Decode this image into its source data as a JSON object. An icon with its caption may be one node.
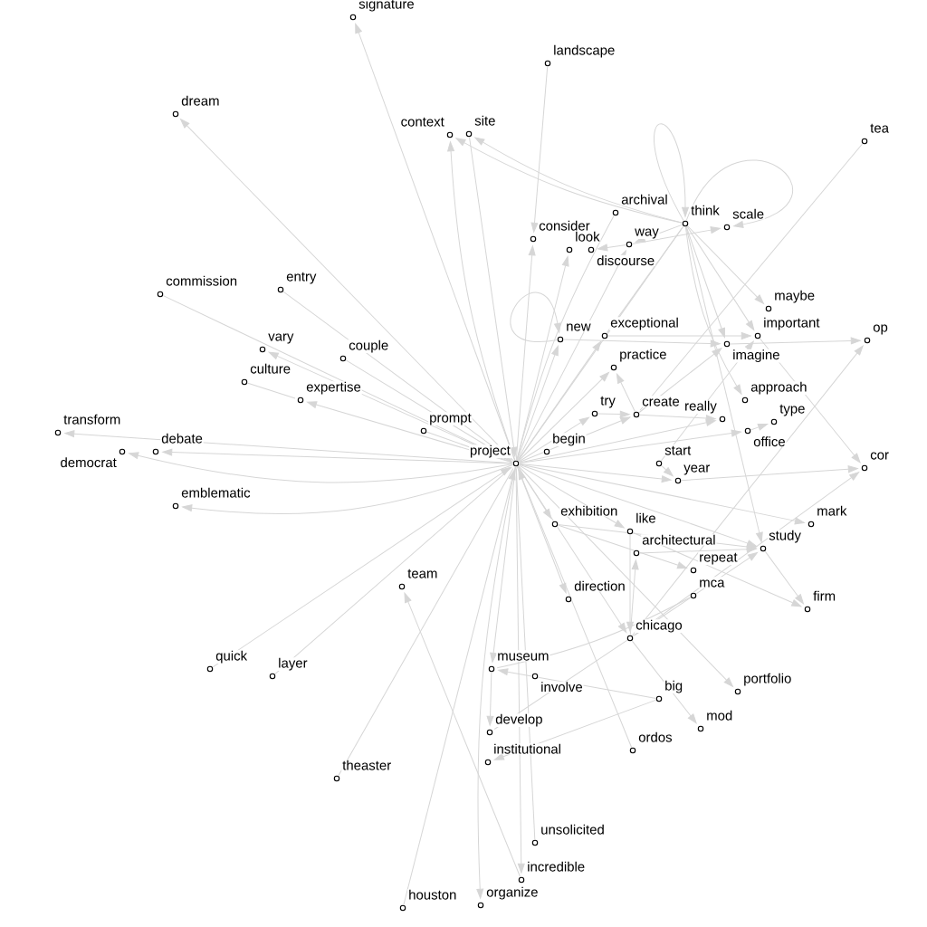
{
  "diagram": {
    "nodes": [
      {
        "text": [
          "signature"
        ]
      },
      {
        "text": [
          "landscape"
        ]
      },
      {
        "text": [
          "dream"
        ]
      },
      {
        "text": [
          "context"
        ]
      },
      {
        "text": [
          "site"
        ]
      },
      {
        "text": [
          "tea"
        ]
      },
      {
        "text": [
          "archival"
        ]
      },
      {
        "text": [
          "think"
        ]
      },
      {
        "text": [
          "scale"
        ]
      },
      {
        "text": [
          "consider"
        ]
      },
      {
        "text": [
          "way"
        ]
      },
      {
        "text": [
          "look"
        ]
      },
      {
        "text": [
          "discourse"
        ]
      },
      {
        "text": [
          "entry"
        ]
      },
      {
        "text": [
          "commission"
        ]
      },
      {
        "text": [
          "maybe"
        ]
      },
      {
        "text": [
          "important"
        ]
      },
      {
        "text": [
          "new"
        ]
      },
      {
        "text": [
          "exceptional"
        ]
      },
      {
        "text": [
          "op"
        ]
      },
      {
        "text": [
          "imagine"
        ]
      },
      {
        "text": [
          "vary"
        ]
      },
      {
        "text": [
          "couple"
        ]
      },
      {
        "text": [
          "practice"
        ]
      },
      {
        "text": [
          "culture"
        ]
      },
      {
        "text": [
          "expertise"
        ]
      },
      {
        "text": [
          "approach"
        ]
      },
      {
        "text": [
          "try"
        ]
      },
      {
        "text": [
          "create"
        ]
      },
      {
        "text": [
          "really"
        ]
      },
      {
        "text": [
          "type"
        ]
      },
      {
        "text": [
          "office"
        ]
      },
      {
        "text": [
          "transform"
        ]
      },
      {
        "text": [
          "prompt"
        ]
      },
      {
        "text": [
          "democrat"
        ]
      },
      {
        "text": [
          "debate"
        ]
      },
      {
        "text": [
          "begin"
        ]
      },
      {
        "text": [
          "project"
        ]
      },
      {
        "text": [
          "start"
        ]
      },
      {
        "text": [
          "cor"
        ]
      },
      {
        "text": [
          "year"
        ]
      },
      {
        "text": [
          "emblematic"
        ]
      },
      {
        "text": [
          "exhibition"
        ]
      },
      {
        "text": [
          "mark"
        ]
      },
      {
        "text": [
          "like"
        ]
      },
      {
        "text": [
          "study"
        ]
      },
      {
        "text": [
          "architectural"
        ]
      },
      {
        "text": [
          "repeat"
        ]
      },
      {
        "text": [
          "team"
        ]
      },
      {
        "text": [
          "mca"
        ]
      },
      {
        "text": [
          "direction"
        ]
      },
      {
        "text": [
          "firm"
        ]
      },
      {
        "text": [
          "chicago"
        ]
      },
      {
        "text": [
          "quick"
        ]
      },
      {
        "text": [
          "museum"
        ]
      },
      {
        "text": [
          "layer"
        ]
      },
      {
        "text": [
          "involve"
        ]
      },
      {
        "text": [
          "portfolio"
        ]
      },
      {
        "text": [
          "big"
        ]
      },
      {
        "text": [
          "mod"
        ]
      },
      {
        "text": [
          "develop"
        ]
      },
      {
        "text": [
          "ordos"
        ]
      },
      {
        "text": [
          "institutional"
        ]
      },
      {
        "text": [
          "theaster"
        ]
      },
      {
        "text": [
          "unsolicited"
        ]
      },
      {
        "text": [
          "incredible"
        ]
      },
      {
        "text": [
          "organize"
        ]
      },
      {
        "text": [
          "houston"
        ]
      }
    ],
    "edges": [
      {
        "from": 37,
        "to": 0,
        "arrow": "to"
      },
      {
        "from": 37,
        "to": 2,
        "arrow": "to"
      },
      {
        "from": 37,
        "to": 3,
        "arrow": "to"
      },
      {
        "from": 37,
        "to": 9,
        "arrow": "to"
      },
      {
        "from": 37,
        "to": 11,
        "arrow": "to"
      },
      {
        "from": 37,
        "to": 10,
        "arrow": "to"
      },
      {
        "from": 37,
        "to": 17,
        "arrow": "to"
      },
      {
        "from": 37,
        "to": 18,
        "arrow": "to"
      },
      {
        "from": 28,
        "to": 20,
        "arrow": "to"
      },
      {
        "from": 38,
        "to": 16,
        "arrow": "to"
      },
      {
        "from": 37,
        "to": 21,
        "arrow": "to"
      },
      {
        "from": 37,
        "to": 25,
        "arrow": "to"
      },
      {
        "from": 37,
        "to": 23,
        "arrow": "to"
      },
      {
        "from": 37,
        "to": 27,
        "arrow": "to"
      },
      {
        "from": 37,
        "to": 28,
        "arrow": "to"
      },
      {
        "from": 37,
        "to": 29,
        "arrow": "to"
      },
      {
        "from": 37,
        "to": 31,
        "arrow": "to"
      },
      {
        "from": 37,
        "to": 32,
        "arrow": "to"
      },
      {
        "from": 37,
        "to": 34,
        "arrow": "to"
      },
      {
        "from": 37,
        "to": 35,
        "arrow": "to"
      },
      {
        "from": 37,
        "to": 41,
        "arrow": "to"
      },
      {
        "from": 37,
        "to": 40,
        "arrow": "to"
      },
      {
        "from": 37,
        "to": 42,
        "arrow": "to"
      },
      {
        "from": 37,
        "to": 44,
        "arrow": "to"
      },
      {
        "from": 37,
        "to": 43,
        "arrow": "to"
      },
      {
        "from": 37,
        "to": 45,
        "arrow": "to"
      },
      {
        "from": 37,
        "to": 52,
        "arrow": "to"
      },
      {
        "from": 37,
        "to": 54,
        "arrow": "to"
      },
      {
        "from": 37,
        "to": 66,
        "arrow": "to"
      },
      {
        "from": 37,
        "to": 65,
        "arrow": "to"
      },
      {
        "from": 37,
        "to": 57,
        "arrow": "to"
      },
      {
        "from": 37,
        "to": 50,
        "arrow": "to"
      },
      {
        "from": 14,
        "to": 37,
        "arrow": "none"
      },
      {
        "from": 13,
        "to": 37,
        "arrow": "none"
      },
      {
        "from": 22,
        "to": 37,
        "arrow": "none"
      },
      {
        "from": 33,
        "to": 37,
        "arrow": "none"
      },
      {
        "from": 55,
        "to": 37,
        "arrow": "none"
      },
      {
        "from": 63,
        "to": 37,
        "arrow": "none"
      },
      {
        "from": 64,
        "to": 37,
        "arrow": "none"
      },
      {
        "from": 6,
        "to": 37,
        "arrow": "none"
      },
      {
        "from": 24,
        "to": 25,
        "arrow": "none"
      },
      {
        "from": 7,
        "to": 7,
        "arrow": "to"
      },
      {
        "from": 7,
        "to": 8,
        "arrow": "to"
      },
      {
        "from": 10,
        "to": 8,
        "arrow": "to"
      },
      {
        "from": 7,
        "to": 3,
        "arrow": "to"
      },
      {
        "from": 7,
        "to": 4,
        "arrow": "to"
      },
      {
        "from": 10,
        "to": 12,
        "arrow": "to"
      },
      {
        "from": 7,
        "to": 10,
        "arrow": "to"
      },
      {
        "from": 7,
        "to": 15,
        "arrow": "to"
      },
      {
        "from": 7,
        "to": 16,
        "arrow": "to"
      },
      {
        "from": 7,
        "to": 20,
        "arrow": "to"
      },
      {
        "from": 7,
        "to": 26,
        "arrow": "to"
      },
      {
        "from": 7,
        "to": 45,
        "arrow": "to"
      },
      {
        "from": 18,
        "to": 7,
        "arrow": "none"
      },
      {
        "from": 27,
        "to": 28,
        "arrow": "to"
      },
      {
        "from": 28,
        "to": 23,
        "arrow": "to"
      },
      {
        "from": 28,
        "to": 29,
        "arrow": "to"
      },
      {
        "from": 31,
        "to": 30,
        "arrow": "to"
      },
      {
        "from": 38,
        "to": 40,
        "arrow": "to"
      },
      {
        "from": 17,
        "to": 17,
        "arrow": "to"
      },
      {
        "from": 17,
        "to": 20,
        "arrow": "to"
      },
      {
        "from": 18,
        "to": 16,
        "arrow": "to"
      },
      {
        "from": 20,
        "to": 19,
        "arrow": "to"
      },
      {
        "from": 16,
        "to": 39,
        "arrow": "to"
      },
      {
        "from": 52,
        "to": 19,
        "arrow": "to"
      },
      {
        "from": 52,
        "to": 39,
        "arrow": "to"
      },
      {
        "from": 49,
        "to": 52,
        "arrow": "none"
      },
      {
        "from": 49,
        "to": 45,
        "arrow": "to"
      },
      {
        "from": 49,
        "to": 54,
        "arrow": "none"
      },
      {
        "from": 52,
        "to": 46,
        "arrow": "to"
      },
      {
        "from": 52,
        "to": 59,
        "arrow": "to"
      },
      {
        "from": 52,
        "to": 60,
        "arrow": "none"
      },
      {
        "from": 44,
        "to": 52,
        "arrow": "to"
      },
      {
        "from": 44,
        "to": 51,
        "arrow": "to"
      },
      {
        "from": 45,
        "to": 51,
        "arrow": "to"
      },
      {
        "from": 42,
        "to": 45,
        "arrow": "to"
      },
      {
        "from": 42,
        "to": 47,
        "arrow": "to"
      },
      {
        "from": 46,
        "to": 45,
        "arrow": "to"
      },
      {
        "from": 58,
        "to": 62,
        "arrow": "to"
      },
      {
        "from": 58,
        "to": 54,
        "arrow": "to"
      },
      {
        "from": 54,
        "to": 60,
        "arrow": "to"
      },
      {
        "from": 65,
        "to": 48,
        "arrow": "to"
      },
      {
        "from": 5,
        "to": 28,
        "arrow": "none"
      },
      {
        "from": 1,
        "to": 9,
        "arrow": "to"
      },
      {
        "from": 40,
        "to": 39,
        "arrow": "to"
      },
      {
        "from": 7,
        "to": 37,
        "arrow": "none"
      },
      {
        "from": 4,
        "to": 37,
        "arrow": "to"
      },
      {
        "from": 53,
        "to": 37,
        "arrow": "to"
      },
      {
        "from": 67,
        "to": 37,
        "arrow": "to"
      },
      {
        "from": 61,
        "to": 37,
        "arrow": "to"
      }
    ]
  }
}
